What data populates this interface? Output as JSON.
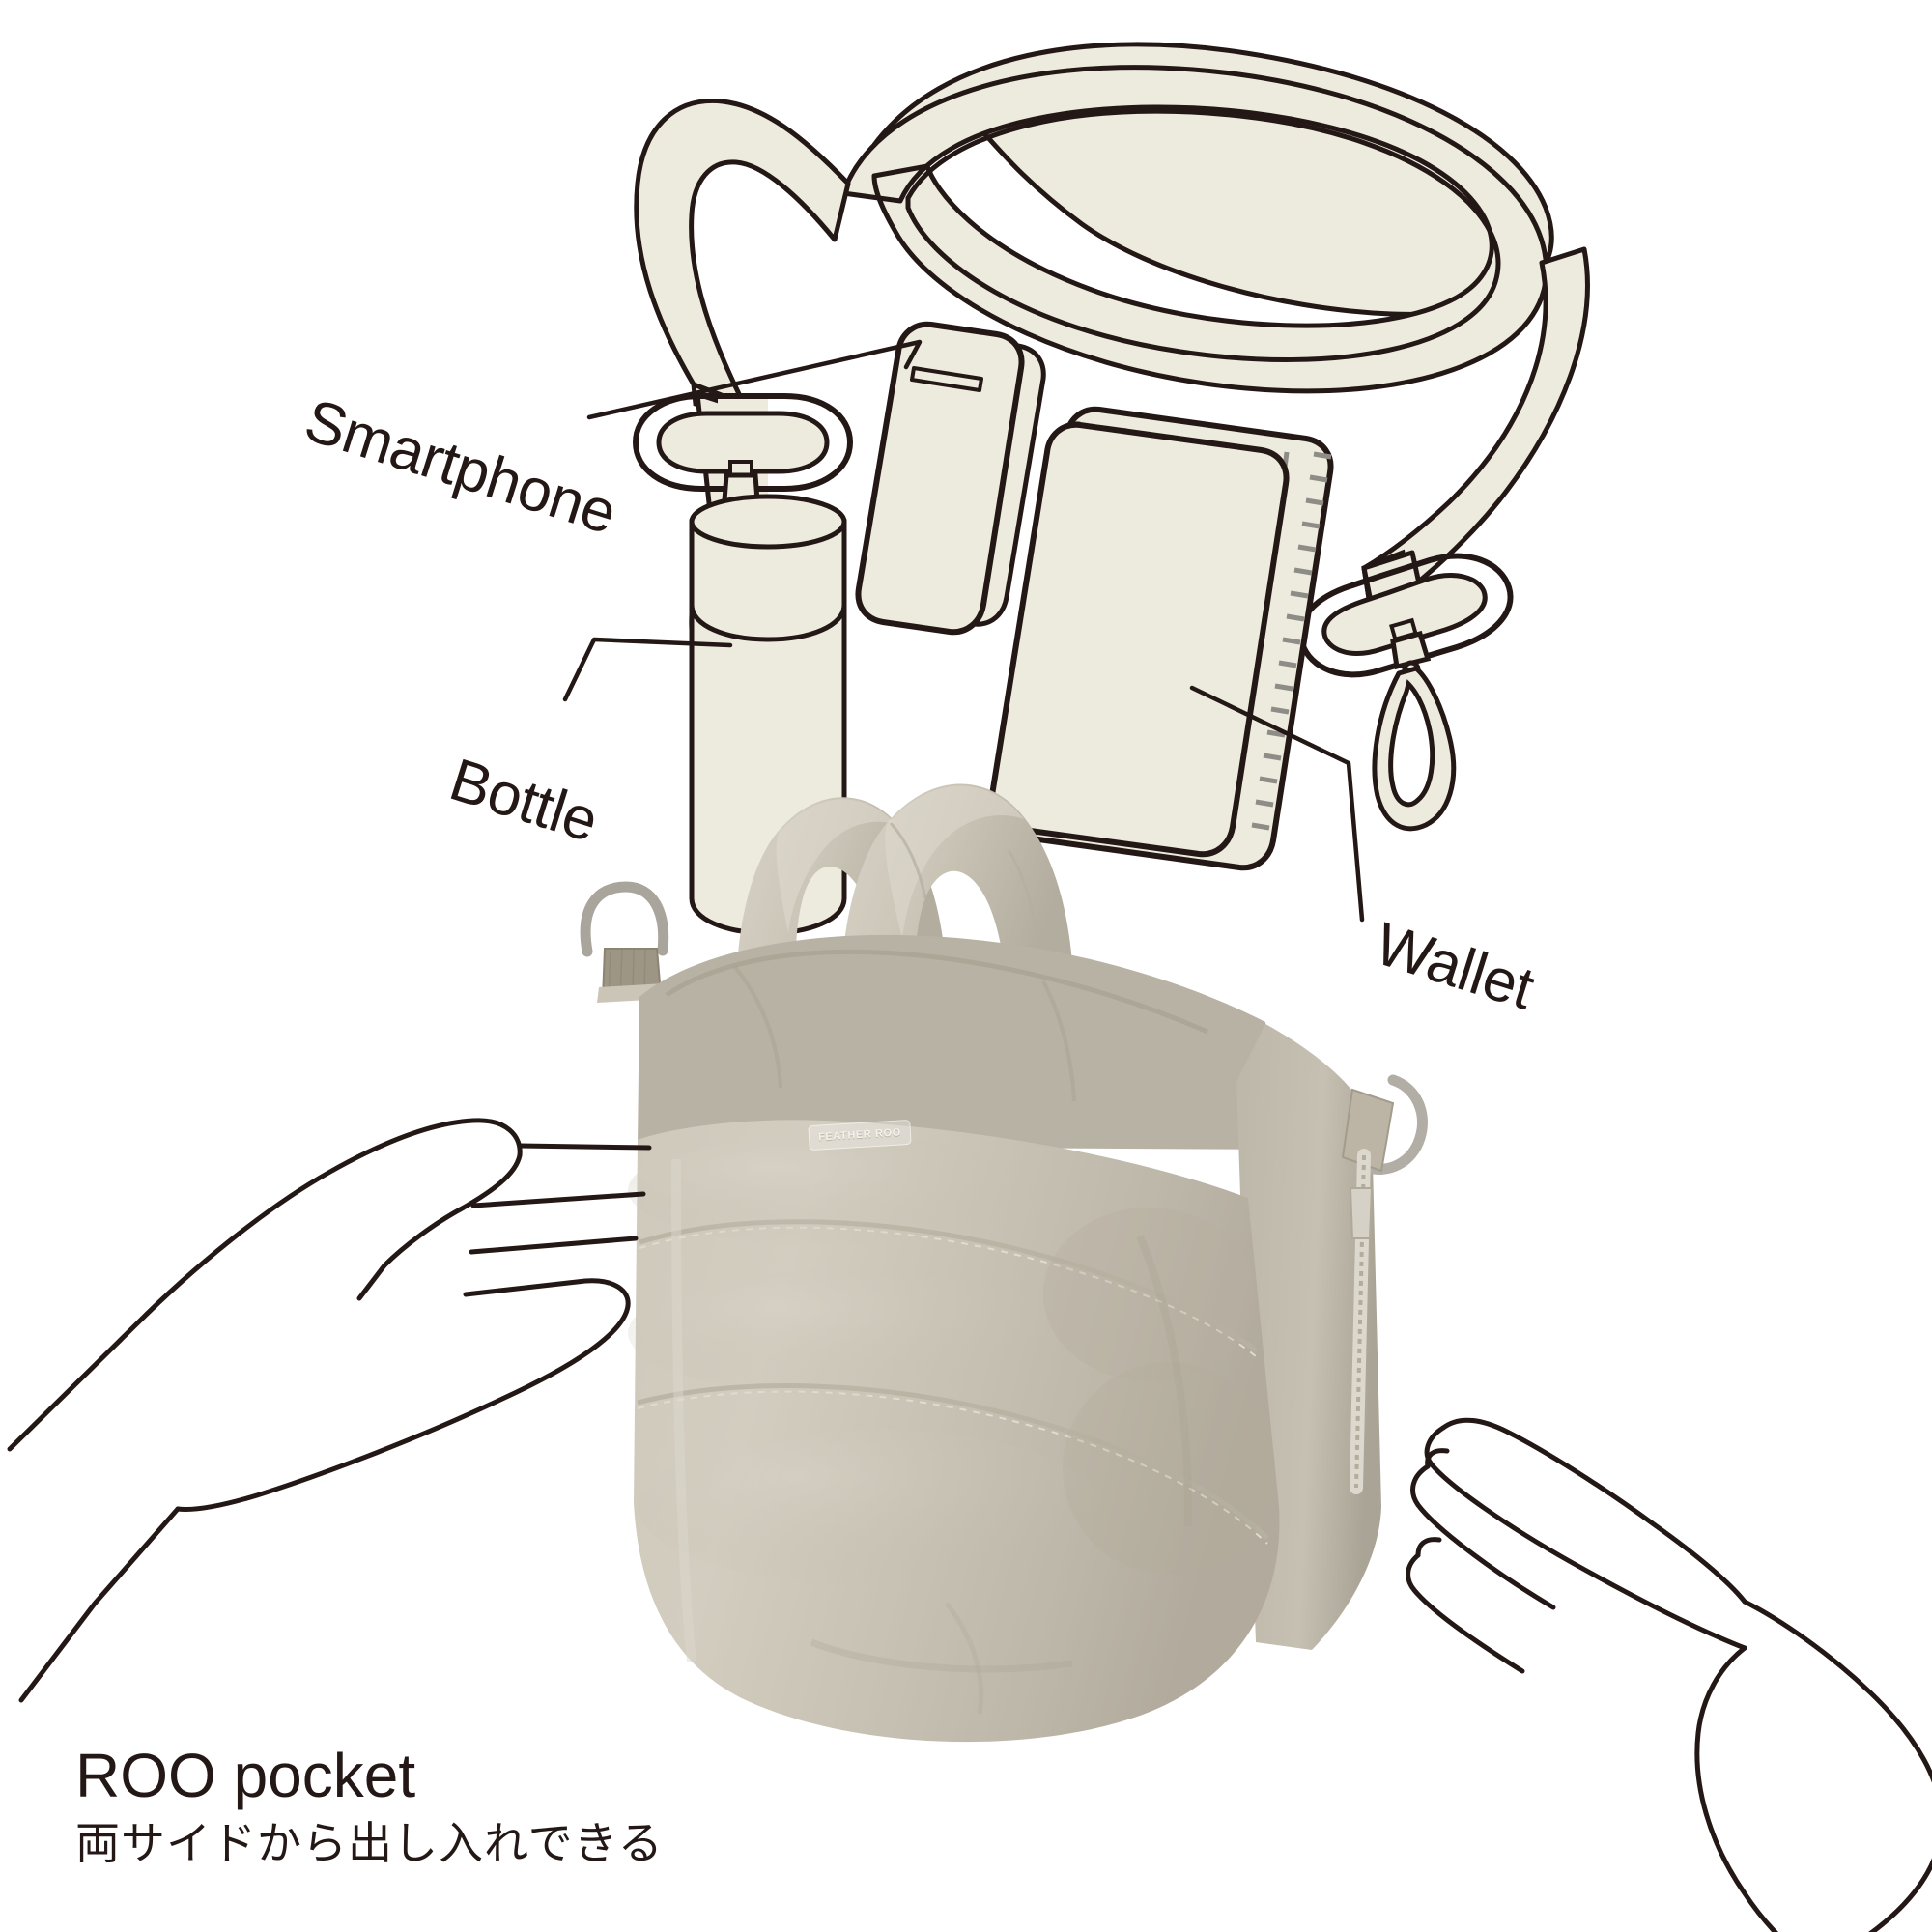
{
  "page": {
    "background_color": "#ffffff",
    "ink_color": "#231815",
    "illustration_fill": "#edeade",
    "bag_color": "#c9c3b5",
    "bag_shadow_color": "#a49d8e",
    "hardware_color": "#b7b3ab"
  },
  "callouts": [
    {
      "id": "smartphone",
      "label": "Smartphone",
      "target": "phone-illustration"
    },
    {
      "id": "bottle",
      "label": "Bottle",
      "target": "bottle-illustration"
    },
    {
      "id": "wallet",
      "label": "Wallet",
      "target": "wallet-illustration"
    }
  ],
  "product": {
    "brand_tag": "FEATHER ROO"
  },
  "caption": {
    "title": "ROO pocket",
    "subtitle": "両サイドから出し入れできる"
  },
  "illustration_items": {
    "strap": "shoulder-strap-coiled",
    "clips": [
      "swivel-hook-left",
      "swivel-hook-right"
    ],
    "phone": "smartphone-with-speaker-slot",
    "bottle": "water-bottle-cylinder",
    "wallet": "zip-wallet"
  },
  "hands": {
    "left": "open-hand-reaching-right",
    "right": "open-hand-reaching-left"
  }
}
